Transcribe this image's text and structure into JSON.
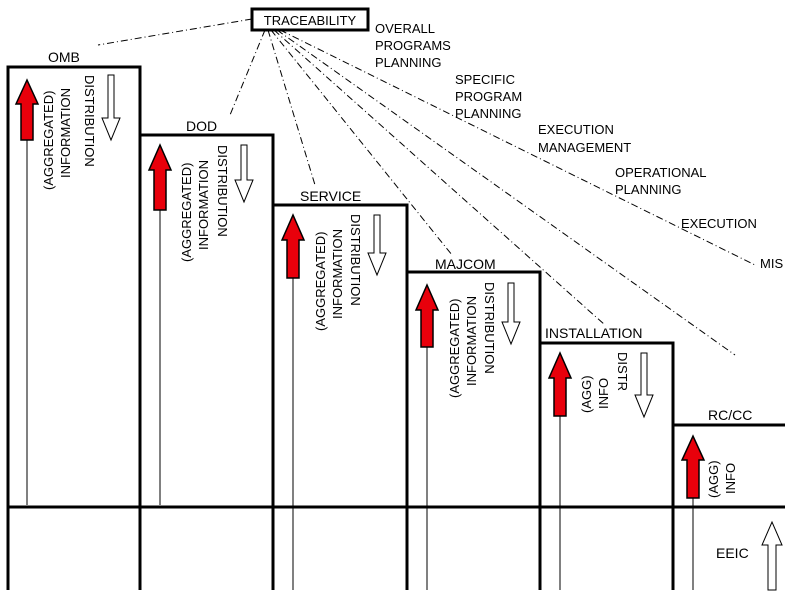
{
  "traceability": "TRACEABILITY",
  "levels": [
    {
      "name": "OMB",
      "up_lines": [
        "(AGGREGATED)",
        "INFORMATION"
      ],
      "down_lines": [
        "DISTRIBUTION"
      ]
    },
    {
      "name": "DOD",
      "up_lines": [
        "(AGGREGATED)",
        "INFORMATION"
      ],
      "down_lines": [
        "DISTRIBUTION"
      ]
    },
    {
      "name": "SERVICE",
      "up_lines": [
        "(AGGREGATED)",
        "INFORMATION"
      ],
      "down_lines": [
        "DISTRIBUTION"
      ]
    },
    {
      "name": "MAJCOM",
      "up_lines": [
        "(AGGREGATED)",
        "INFORMATION"
      ],
      "down_lines": [
        "DISTRIBUTION"
      ]
    },
    {
      "name": "INSTALLATION",
      "up_lines": [
        "(AGG)",
        "INFO"
      ],
      "down_lines": [
        "DISTR"
      ]
    },
    {
      "name": "RC/CC",
      "up_lines": [
        "(AGG)",
        "INFO"
      ],
      "down_lines": []
    }
  ],
  "planning_levels": [
    {
      "lines": [
        "OVERALL",
        "PROGRAMS",
        "PLANNING"
      ]
    },
    {
      "lines": [
        "SPECIFIC",
        "PROGRAM",
        "PLANNING"
      ]
    },
    {
      "lines": [
        "EXECUTION",
        "MANAGEMENT"
      ]
    },
    {
      "lines": [
        "OPERATIONAL",
        "PLANNING"
      ]
    },
    {
      "lines": [
        "EXECUTION"
      ]
    },
    {
      "lines": [
        "MIS"
      ]
    }
  ],
  "eeic": "EEIC",
  "colors": {
    "up_arrow": "#e8000b",
    "line": "#000000",
    "background": "#ffffff"
  }
}
